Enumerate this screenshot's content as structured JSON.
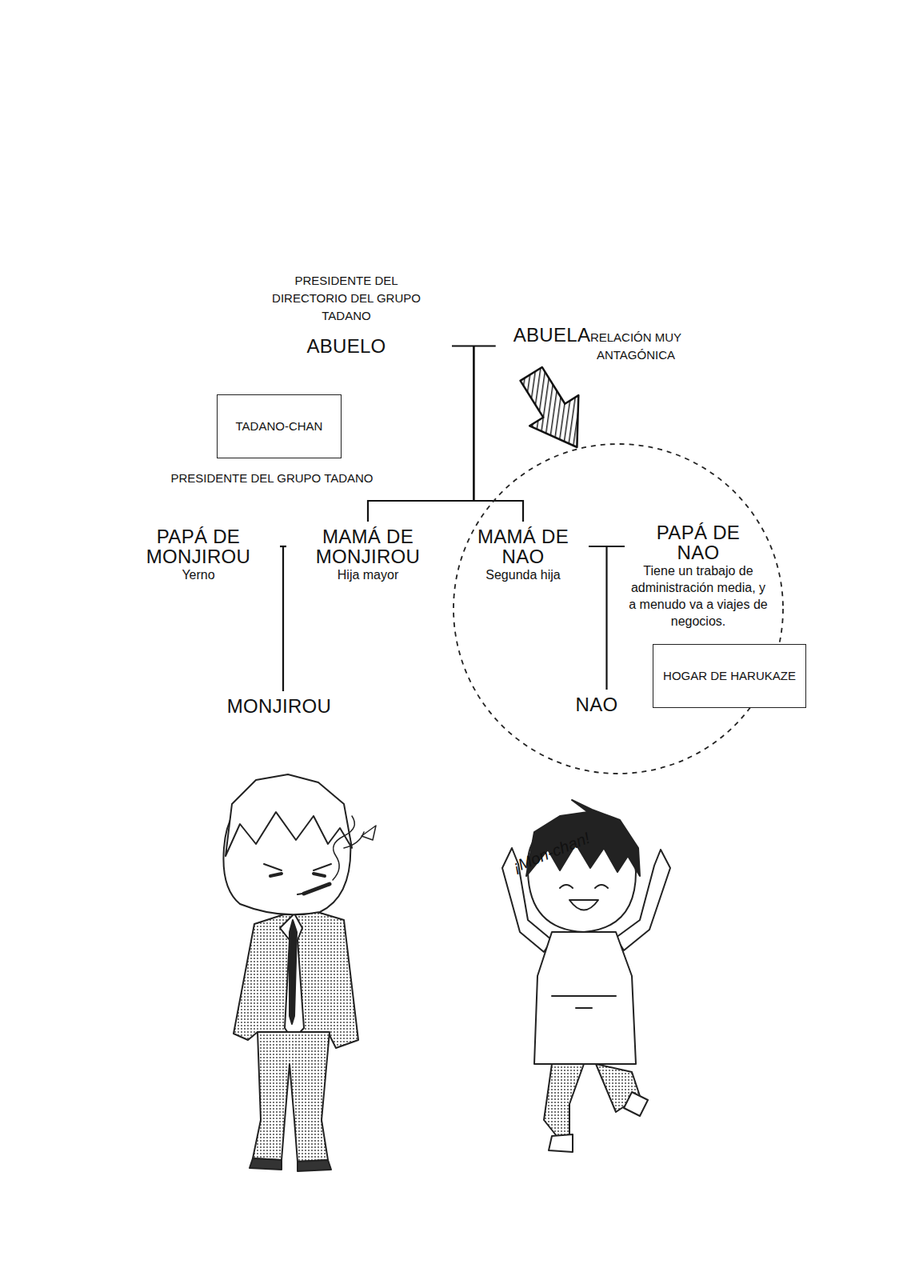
{
  "diagram": {
    "nodes": [
      {
        "text": [
          "PRESIDENTE DEL DIRECTORIO DEL GRUPO TADANO",
          "ABUELO"
        ]
      },
      {
        "text": [
          "ABUELA"
        ]
      },
      {
        "text": [
          "TADANO-CHAN"
        ]
      },
      {
        "text": [
          "PAPÁ DE MONJIROU",
          "Yerno"
        ]
      },
      {
        "text": [
          "MAMÁ DE MONJIROU",
          "Hija mayor"
        ]
      },
      {
        "text": [
          "MAMÁ DE NAO",
          "Segunda hija"
        ]
      },
      {
        "text": [
          "PAPÁ DE NAO",
          "Tiene un trabajo de administración media, y a menudo va a viajes de negocios."
        ]
      },
      {
        "text": [
          "MONJIROU"
        ]
      },
      {
        "text": [
          "NAO"
        ]
      },
      {
        "text": [
          "HOGAR DE HARUKAZE"
        ]
      }
    ],
    "edges": [
      {
        "from": 0,
        "to": 1,
        "arrow": "none"
      },
      {
        "from": 0,
        "to": 4,
        "arrow": "none"
      },
      {
        "from": 0,
        "to": 5,
        "arrow": "none"
      },
      {
        "from": 3,
        "to": 4,
        "arrow": "none"
      },
      {
        "from": 3,
        "to": 7,
        "arrow": "none"
      },
      {
        "from": 5,
        "to": 6,
        "arrow": "none"
      },
      {
        "from": 5,
        "to": 8,
        "arrow": "none"
      }
    ],
    "labels": [
      "PRESIDENTE DEL GRUPO TADANO",
      "RELACIÓN MUY ANTAGÓNICA",
      "¡Mon-chan!"
    ]
  }
}
